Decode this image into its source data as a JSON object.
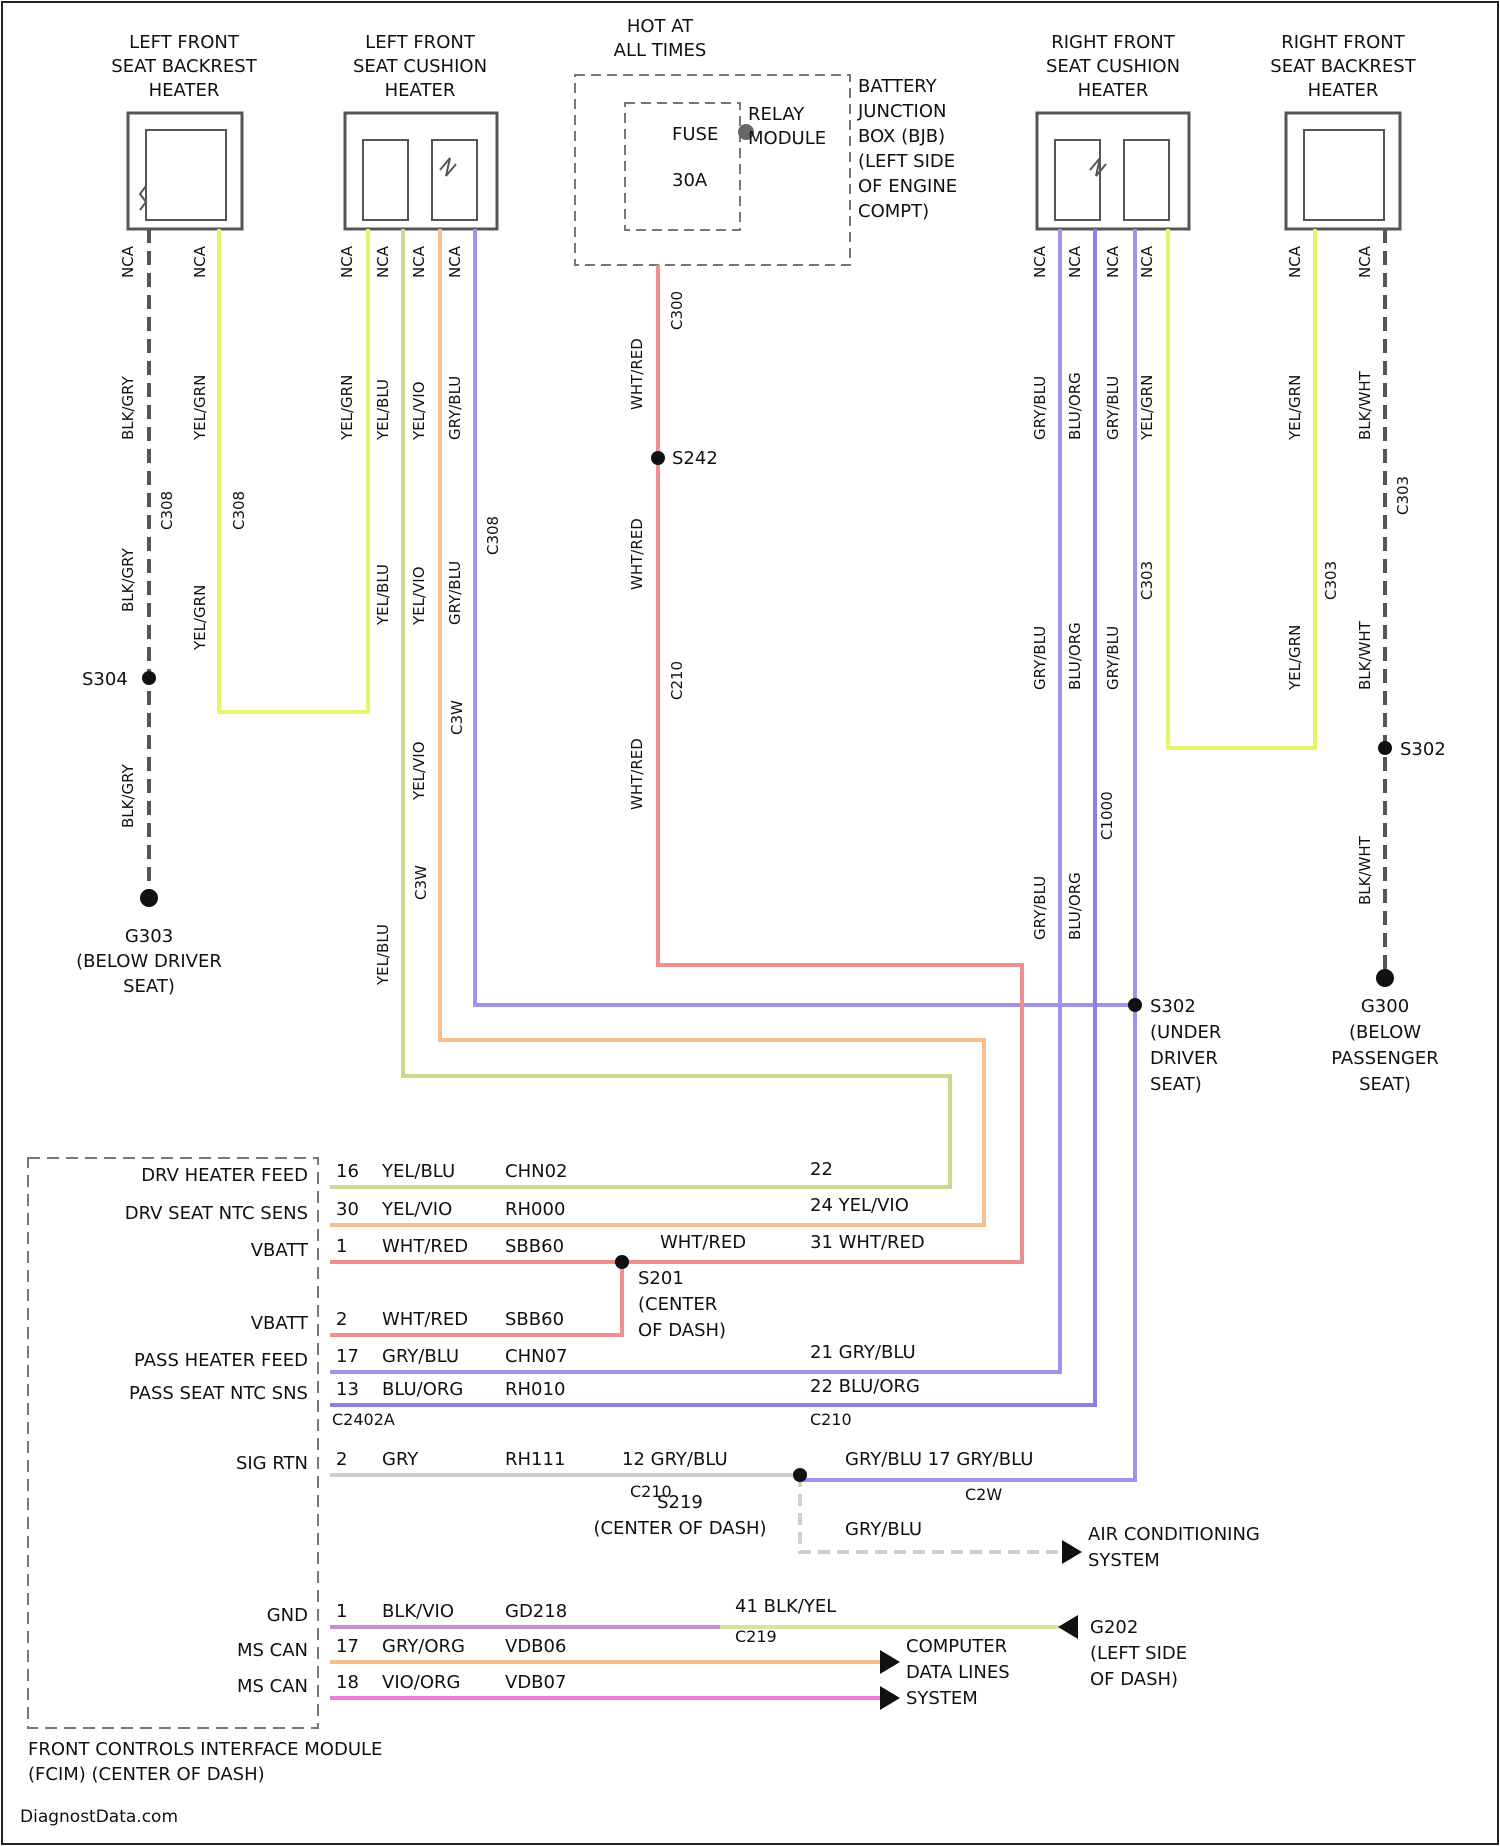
{
  "components": {
    "lf_backrest": "LEFT FRONT\nSEAT BACKREST\nHEATER",
    "lf_cushion": "LEFT FRONT\nSEAT CUSHION\nHEATER",
    "hot": "HOT AT\nALL TIMES",
    "bjb": "BATTERY\nJUNCTION\nBOX (BJB)\n(LEFT SIDE\nOF ENGINE\nCOMPT)",
    "fuse": "FUSE\n30A",
    "relay": "RELAY\nMODULE",
    "rf_cushion": "RIGHT FRONT\nSEAT CUSHION\nHEATER",
    "rf_backrest": "RIGHT FRONT\nSEAT BACKREST\nHEATER"
  },
  "grounds": {
    "g303": "G303\n(BELOW DRIVER\nSEAT)",
    "g302": "S302\n(UNDER\nDRIVER\nSEAT)",
    "g300": "G300\n(BELOW\nPASSENGER\nSEAT)",
    "s304": "S304",
    "s302": "S302",
    "s242": "S242",
    "s201": "S201\n(CENTER\nOF DASH)",
    "s219": "S219\n(CENTER OF DASH)",
    "g202": "G202\n(LEFT SIDE\nOF DASH)"
  },
  "module": {
    "title": "FRONT CONTROLS INTERFACE MODULE\n(FCIM) (CENTER OF DASH)",
    "pins": [
      "DRV HEATER FEED",
      "DRV SEAT NTC SENS",
      "VBATT",
      "VBATT",
      "PASS HEATER FEED",
      "PASS SEAT NTC SNS",
      "SIG RTN",
      "GND",
      "MS CAN",
      "MS CAN"
    ],
    "wires": [
      {
        "pin": "16",
        "color": "YEL/BLU",
        "circuit": "CHN02"
      },
      {
        "pin": "30",
        "color": "YEL/VIO",
        "circuit": "RH000"
      },
      {
        "pin": "1",
        "color": "WHT/RED",
        "circuit": "SBB60"
      },
      {
        "pin": "2",
        "color": "WHT/RED",
        "circuit": "SBB60"
      },
      {
        "pin": "17",
        "color": "GRY/BLU",
        "circuit": "CHN07"
      },
      {
        "pin": "13",
        "color": "BLU/ORG",
        "circuit": "RH010"
      },
      {
        "pin": "2",
        "color": "GRY",
        "circuit": "RH111"
      },
      {
        "pin": "1",
        "color": "BLK/VIO",
        "circuit": "GD218"
      },
      {
        "pin": "17",
        "color": "GRY/ORG",
        "circuit": "VDB06"
      },
      {
        "pin": "18",
        "color": "VIO/ORG",
        "circuit": "VDB07"
      }
    ],
    "connector": "C2402A"
  },
  "right_labels": {
    "r1": "22",
    "r2": "24  YEL/VIO",
    "r3": "WHT/RED",
    "r3b": "31  WHT/RED",
    "r4": "21  GRY/BLU",
    "r5": "22  BLU/ORG",
    "c2": "C210",
    "c3": "C210",
    "c4": "C219",
    "sig1": "12  GRY/BLU",
    "sig2": "GRY/BLU  17  GRY/BLU",
    "sig3": "C2W",
    "sig4": "GRY/BLU",
    "gnd1": "41  BLK/YEL",
    "ac": "AIR CONDITIONING\nSYSTEM",
    "cdl": "COMPUTER\nDATA LINES\nSYSTEM"
  },
  "wire_labels": {
    "lb1": "BLK/GRY",
    "lb2": "YEL/GRN",
    "lb3": "BLK/GRY",
    "lb4": "YEL/GRN",
    "lb5": "BLK/GRY",
    "lc1": "YEL/GRN",
    "lc2": "YEL/BLU",
    "lc3": "YEL/VIO",
    "lc4": "GRY/BLU",
    "lc5": "YEL/BLU",
    "lc6": "YEL/VIO",
    "lc7": "GRY/BLU",
    "lc8": "YEL/VIO",
    "lc9": "YEL/BLU",
    "c1": "WHT/RED",
    "c2": "WHT/RED",
    "c3": "WHT/RED",
    "rc1": "GRY/BLU",
    "rc2": "BLU/ORG",
    "rc3": "GRY/BLU",
    "rc4": "YEL/GRN",
    "rc5": "GRY/BLU",
    "rc6": "BLU/ORG",
    "rc7": "GRY/BLU",
    "rc8": "GRY/BLU",
    "rc9": "BLU/ORG",
    "rb1": "YEL/GRN",
    "rb2": "BLK/WHT",
    "rb3": "YEL/GRN",
    "rb4": "BLK/WHT",
    "rb5": "BLK/WHT"
  },
  "connectors": {
    "n1": "NCA",
    "n2": "NCA",
    "n3": "NCA",
    "n4": "NCA",
    "n5": "NCA",
    "n6": "NCA",
    "n7": "NCA",
    "n8": "NCA",
    "n9": "NCA",
    "n10": "NCA",
    "n11": "NCA",
    "n12": "NCA",
    "n13": "NCA",
    "cc1": "C308",
    "cc2": "C308",
    "cc3": "C308",
    "cc4": "C3W",
    "cc5": "C3W",
    "cc6": "C300",
    "cc7": "C303",
    "cc8": "C303",
    "cc9": "C303",
    "cf1": "C1000",
    "cf2": "C210"
  },
  "brand": "DiagnostData.com",
  "wire_colors": {
    "yel_grn": "#e8f56a",
    "yel_blu": "#c6dc8a",
    "yel_vio": "#f7be8e",
    "gry_blu": "#9a94ee",
    "wht_red": "#f08f8f",
    "blu_org": "#8b7fe2",
    "gry": "#cfcfcf",
    "blk": "#555555",
    "blk_vio": "#c48ecf",
    "blk_yel": "#d3e3a0",
    "gry_org": "#f6c08a",
    "vio_org": "#ef7cd8"
  }
}
